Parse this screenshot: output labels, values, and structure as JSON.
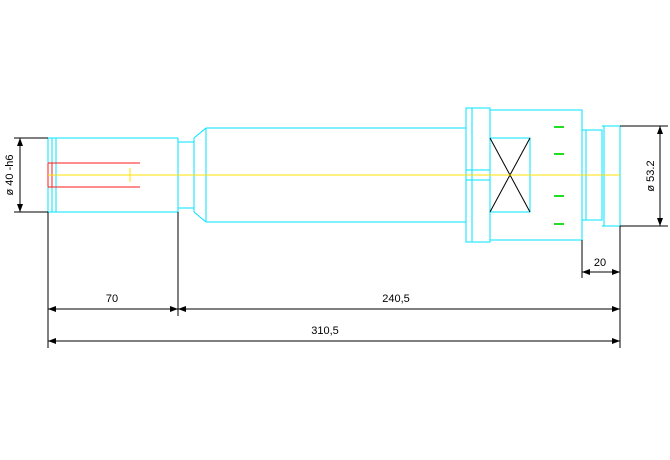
{
  "drawing": {
    "dimensions": {
      "diameter_left": "ø 40 -h6",
      "diameter_right": "ø 53.2",
      "len_70": "70",
      "len_240": "240,5",
      "len_total": "310,5",
      "len_20": "20"
    },
    "colors": {
      "outline": "#00e5ff",
      "dimension": "#000000",
      "centerline": "#ffe000",
      "hidden": "#ff1a1a",
      "markers": "#22dd22"
    }
  }
}
